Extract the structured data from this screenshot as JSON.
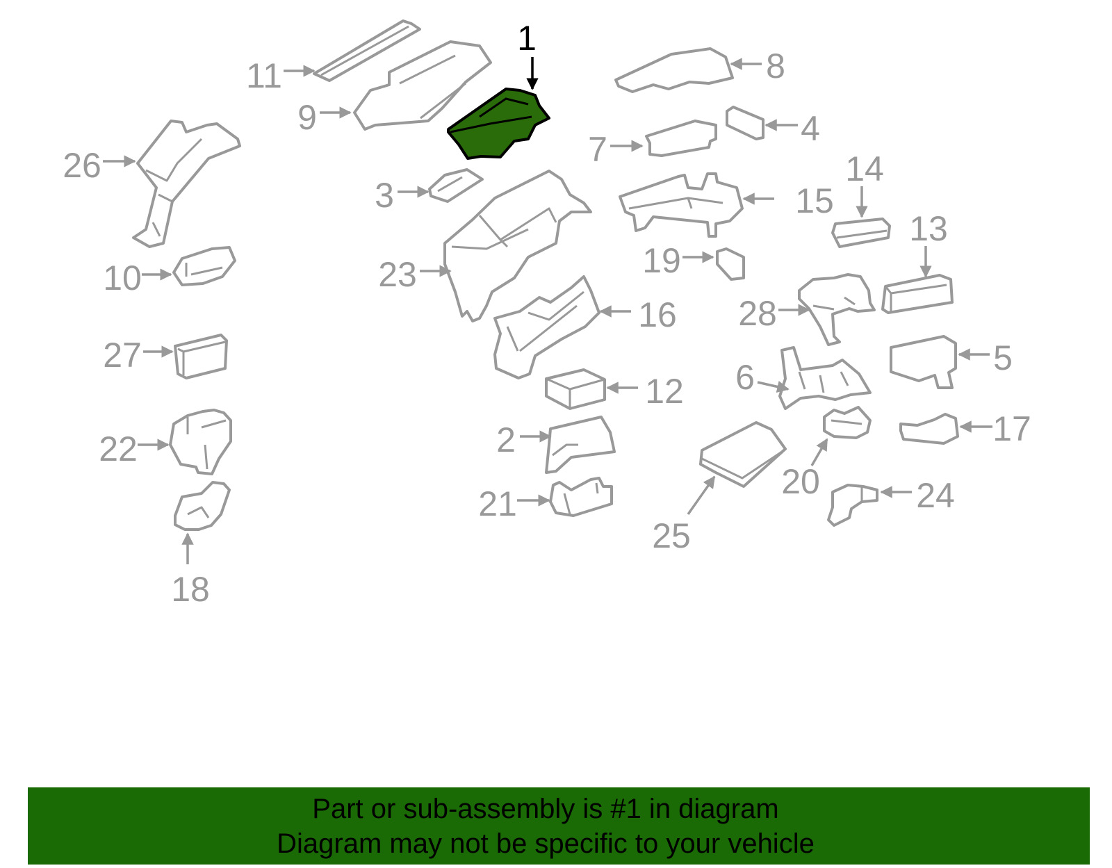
{
  "diagram": {
    "highlighted_part": "1",
    "colors": {
      "highlight_fill": "#2a6b0a",
      "outline": "#999999",
      "banner": "#1a6b05"
    },
    "callouts": [
      "1",
      "2",
      "3",
      "4",
      "5",
      "6",
      "7",
      "8",
      "9",
      "10",
      "11",
      "12",
      "13",
      "14",
      "15",
      "16",
      "17",
      "18",
      "19",
      "20",
      "21",
      "22",
      "23",
      "24",
      "25",
      "26",
      "27",
      "28"
    ]
  },
  "banner": {
    "line1": "Part or sub-assembly is #1 in diagram",
    "line2": "Diagram may not be specific to your vehicle"
  }
}
